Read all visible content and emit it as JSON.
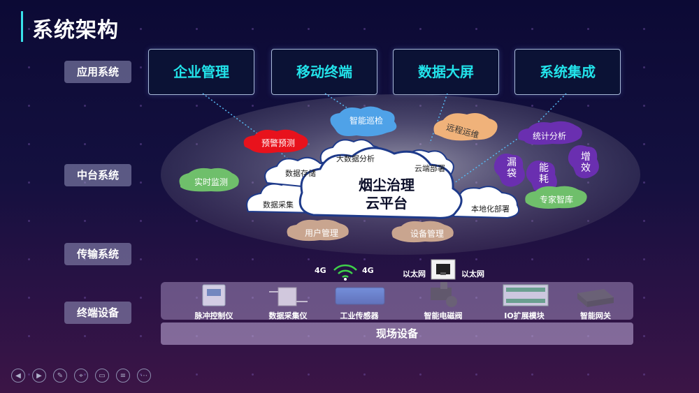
{
  "title": "系统架构",
  "layers": {
    "app": "应用系统",
    "middle": "中台系统",
    "transport": "传输系统",
    "terminal": "终端设备"
  },
  "apps": [
    "企业管理",
    "移动终端",
    "数据大屏",
    "系统集成"
  ],
  "core": {
    "line1": "烟尘治理",
    "line2": "云平台"
  },
  "white_clouds": {
    "bigdata": "大数据分析",
    "storage": "数据存储",
    "collect": "数据采集",
    "cloud_deploy": "云端部署",
    "local_deploy": "本地化部署"
  },
  "bubbles": {
    "patrol": "智能巡检",
    "warning": "预警预测",
    "remote": "远程运维",
    "stats": "统计分析",
    "realtime": "实时监测",
    "leak": "漏袋",
    "energy": "能耗",
    "efficiency": "增效",
    "expert": "专家智库",
    "users": "用户管理",
    "devices": "设备管理"
  },
  "network": {
    "g4_left": "4G",
    "g4_right": "4G",
    "eth_left": "以太网",
    "eth_right": "以太网"
  },
  "devices": [
    "脉冲控制仪",
    "数据采集仪",
    "工业传感器",
    "智能电磁阀",
    "IO扩展模块",
    "智能网关"
  ],
  "field": "现场设备",
  "colors": {
    "accent": "#22e3ea",
    "warning": "#e8121c",
    "green": "#6fbf6b",
    "purple": "#6a2fb0",
    "blue": "#4fa2e8",
    "orange": "#f0b27a"
  }
}
